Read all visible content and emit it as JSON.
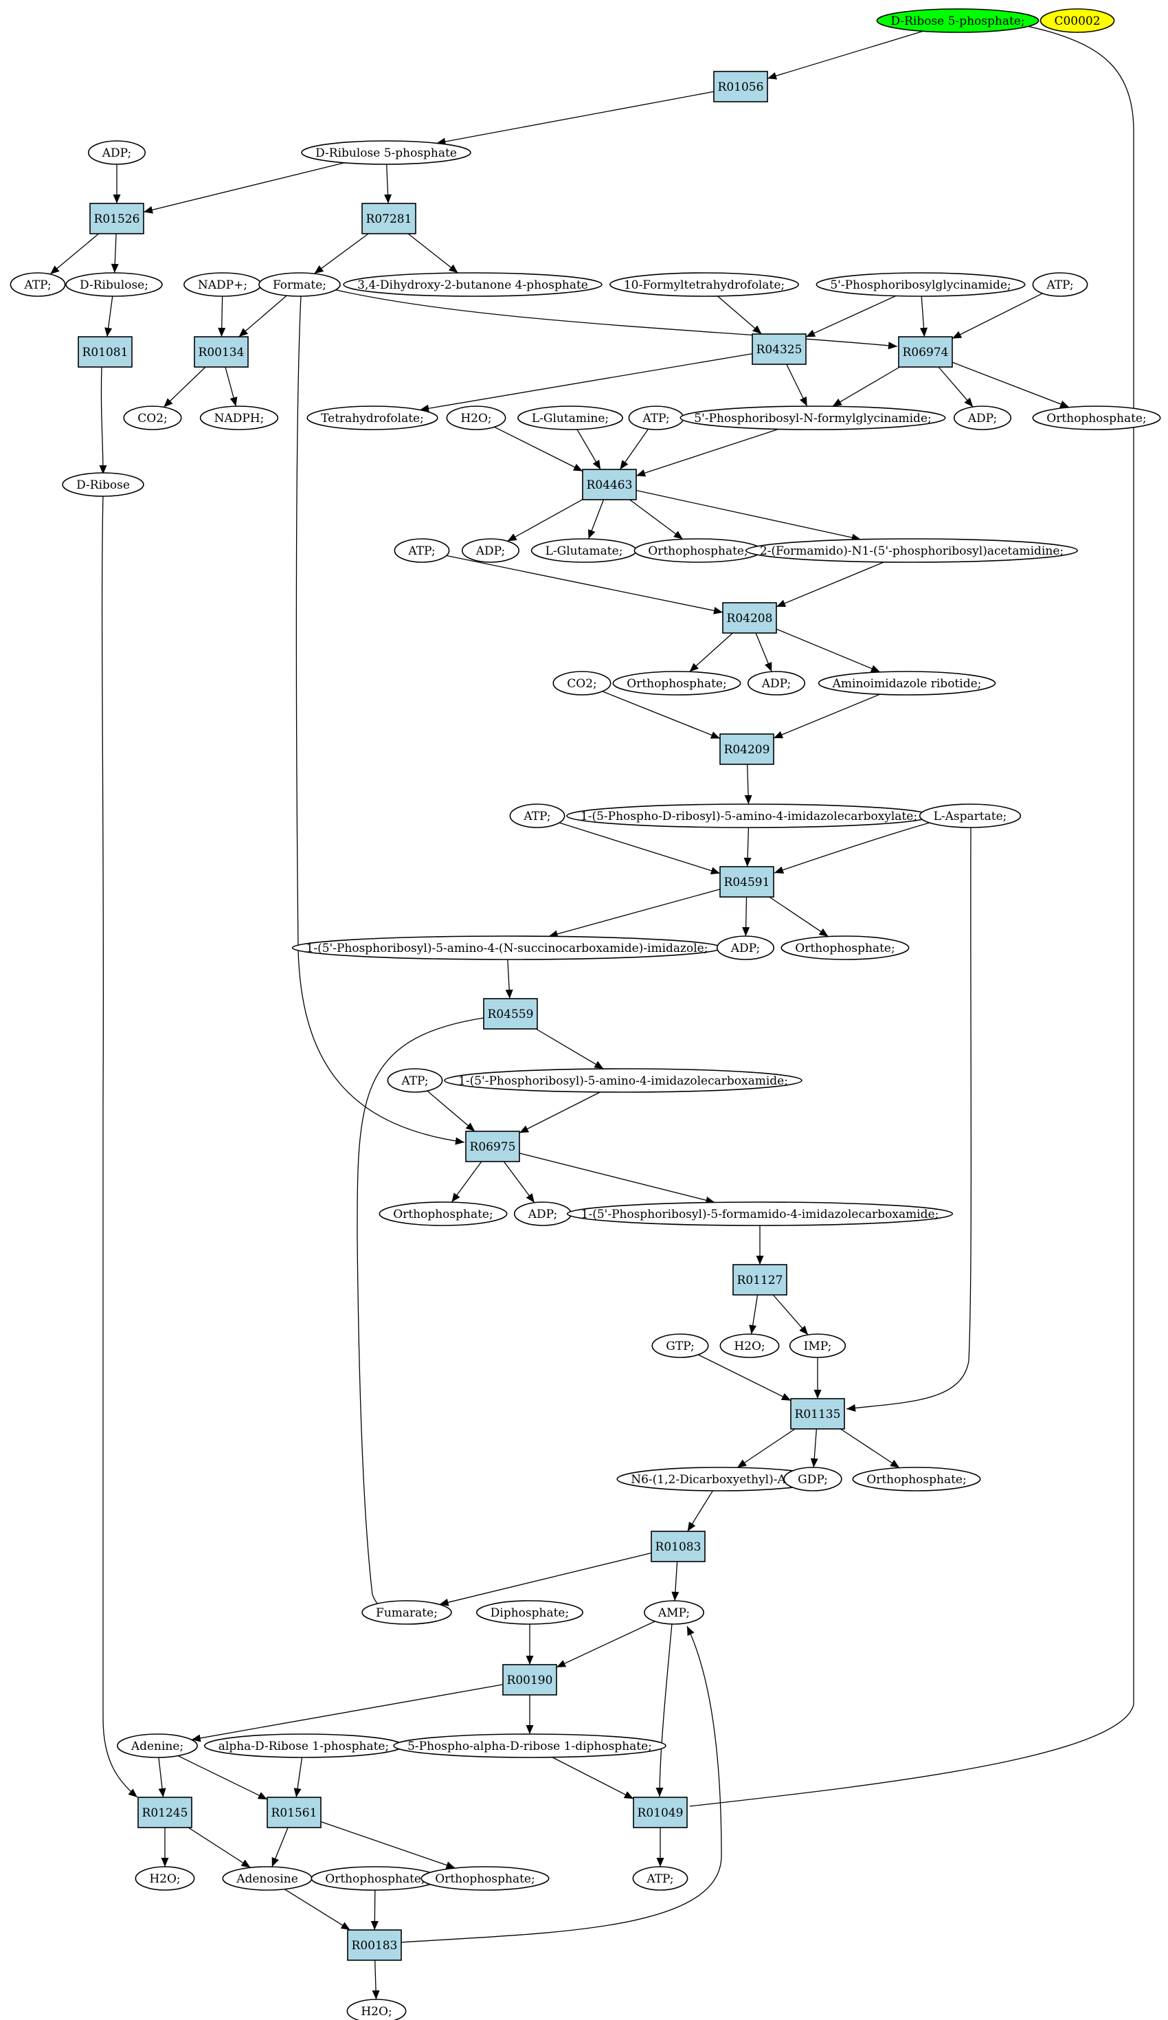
{
  "colors": {
    "reaction_fill": "#add8e6",
    "compound_fill": "#ffffff",
    "highlight_compound_fill": "#00ff00",
    "id_badge_fill": "#ffff00",
    "stroke": "#000000"
  },
  "nodes": {
    "c_dribose5p": {
      "label": "D-Ribose 5-phosphate;",
      "kind": "compound",
      "fill": "#00ff00"
    },
    "c_id": {
      "label": "C00002",
      "kind": "compound",
      "fill": "#ffff00"
    },
    "r01056": {
      "label": "R01056",
      "kind": "reaction"
    },
    "c_adp_1": {
      "label": "ADP;",
      "kind": "compound"
    },
    "c_dribulose5p": {
      "label": "D-Ribulose 5-phosphate",
      "kind": "compound"
    },
    "r01526": {
      "label": "R01526",
      "kind": "reaction"
    },
    "r07281": {
      "label": "R07281",
      "kind": "reaction"
    },
    "c_atp_1": {
      "label": "ATP;",
      "kind": "compound"
    },
    "c_dribulose": {
      "label": "D-Ribulose;",
      "kind": "compound"
    },
    "c_nadp": {
      "label": "NADP+;",
      "kind": "compound"
    },
    "c_formate": {
      "label": "Formate;",
      "kind": "compound"
    },
    "c_dihydroxy": {
      "label": "3,4-Dihydroxy-2-butanone 4-phosphate",
      "kind": "compound"
    },
    "c_10formyl": {
      "label": "10-Formyltetrahydrofolate;",
      "kind": "compound"
    },
    "c_5prglycinamide": {
      "label": "5'-Phosphoribosylglycinamide;",
      "kind": "compound"
    },
    "c_atp_2": {
      "label": "ATP;",
      "kind": "compound"
    },
    "r01081": {
      "label": "R01081",
      "kind": "reaction"
    },
    "r00134": {
      "label": "R00134",
      "kind": "reaction"
    },
    "r04325": {
      "label": "R04325",
      "kind": "reaction"
    },
    "r06974": {
      "label": "R06974",
      "kind": "reaction"
    },
    "c_co2_1": {
      "label": "CO2;",
      "kind": "compound"
    },
    "c_nadph": {
      "label": "NADPH;",
      "kind": "compound"
    },
    "c_thf": {
      "label": "Tetrahydrofolate;",
      "kind": "compound"
    },
    "c_h2o_1": {
      "label": "H2O;",
      "kind": "compound"
    },
    "c_lgln": {
      "label": "L-Glutamine;",
      "kind": "compound"
    },
    "c_atp_3": {
      "label": "ATP;",
      "kind": "compound"
    },
    "c_fgar": {
      "label": "5'-Phosphoribosyl-N-formylglycinamide;",
      "kind": "compound"
    },
    "c_adp_2": {
      "label": "ADP;",
      "kind": "compound"
    },
    "c_pi_1": {
      "label": "Orthophosphate;",
      "kind": "compound"
    },
    "c_dribose": {
      "label": "D-Ribose",
      "kind": "compound"
    },
    "r04463": {
      "label": "R04463",
      "kind": "reaction"
    },
    "c_adp_3": {
      "label": "ADP;",
      "kind": "compound"
    },
    "c_lglu": {
      "label": "L-Glutamate;",
      "kind": "compound"
    },
    "c_pi_2": {
      "label": "Orthophosphate;",
      "kind": "compound"
    },
    "c_fgam": {
      "label": "2-(Formamido)-N1-(5'-phosphoribosyl)acetamidine;",
      "kind": "compound"
    },
    "c_atp_4": {
      "label": "ATP;",
      "kind": "compound"
    },
    "r04208": {
      "label": "R04208",
      "kind": "reaction"
    },
    "c_pi_3": {
      "label": "Orthophosphate;",
      "kind": "compound"
    },
    "c_adp_4": {
      "label": "ADP;",
      "kind": "compound"
    },
    "c_air": {
      "label": "Aminoimidazole ribotide;",
      "kind": "compound"
    },
    "c_co2_2": {
      "label": "CO2;",
      "kind": "compound"
    },
    "r04209": {
      "label": "R04209",
      "kind": "reaction"
    },
    "c_atp_5": {
      "label": "ATP;",
      "kind": "compound"
    },
    "c_cair": {
      "label": "1-(5-Phospho-D-ribosyl)-5-amino-4-imidazolecarboxylate;",
      "kind": "compound"
    },
    "c_lasp": {
      "label": "L-Aspartate;",
      "kind": "compound"
    },
    "r04591": {
      "label": "R04591",
      "kind": "reaction"
    },
    "c_saicar": {
      "label": "1-(5'-Phosphoribosyl)-5-amino-4-(N-succinocarboxamide)-imidazole;",
      "kind": "compound"
    },
    "c_adp_5": {
      "label": "ADP;",
      "kind": "compound"
    },
    "c_pi_4": {
      "label": "Orthophosphate;",
      "kind": "compound"
    },
    "r04559": {
      "label": "R04559",
      "kind": "reaction"
    },
    "c_atp_6": {
      "label": "ATP;",
      "kind": "compound"
    },
    "c_aicar": {
      "label": "1-(5'-Phosphoribosyl)-5-amino-4-imidazolecarboxamide;",
      "kind": "compound"
    },
    "r06975": {
      "label": "R06975",
      "kind": "reaction"
    },
    "c_pi_5": {
      "label": "Orthophosphate;",
      "kind": "compound"
    },
    "c_adp_6": {
      "label": "ADP;",
      "kind": "compound"
    },
    "c_faicar": {
      "label": "1-(5'-Phosphoribosyl)-5-formamido-4-imidazolecarboxamide;",
      "kind": "compound"
    },
    "r01127": {
      "label": "R01127",
      "kind": "reaction"
    },
    "c_h2o_2": {
      "label": "H2O;",
      "kind": "compound"
    },
    "c_gtp": {
      "label": "GTP;",
      "kind": "compound"
    },
    "c_imp": {
      "label": "IMP;",
      "kind": "compound"
    },
    "r01135": {
      "label": "R01135",
      "kind": "reaction"
    },
    "c_n6amp": {
      "label": "N6-(1,2-Dicarboxyethyl)-AMP;",
      "kind": "compound"
    },
    "c_gdp": {
      "label": "GDP;",
      "kind": "compound"
    },
    "c_pi_6": {
      "label": "Orthophosphate;",
      "kind": "compound"
    },
    "r01083": {
      "label": "R01083",
      "kind": "reaction"
    },
    "c_fumarate": {
      "label": "Fumarate;",
      "kind": "compound"
    },
    "c_diphosphate": {
      "label": "Diphosphate;",
      "kind": "compound"
    },
    "c_amp": {
      "label": "AMP;",
      "kind": "compound"
    },
    "r00190": {
      "label": "R00190",
      "kind": "reaction"
    },
    "c_adenine": {
      "label": "Adenine;",
      "kind": "compound"
    },
    "c_ar1p": {
      "label": "alpha-D-Ribose 1-phosphate;",
      "kind": "compound"
    },
    "c_prpp": {
      "label": "5-Phospho-alpha-D-ribose 1-diphosphate;",
      "kind": "compound"
    },
    "r01245": {
      "label": "R01245",
      "kind": "reaction"
    },
    "r01561": {
      "label": "R01561",
      "kind": "reaction"
    },
    "r01049": {
      "label": "R01049",
      "kind": "reaction"
    },
    "c_h2o_3": {
      "label": "H2O;",
      "kind": "compound"
    },
    "c_adenosine": {
      "label": "Adenosine",
      "kind": "compound"
    },
    "c_pi_7": {
      "label": "Orthophosphate;",
      "kind": "compound"
    },
    "c_pi_8": {
      "label": "Orthophosphate;",
      "kind": "compound"
    },
    "c_atp_7": {
      "label": "ATP;",
      "kind": "compound"
    },
    "r00183": {
      "label": "R00183",
      "kind": "reaction"
    },
    "c_h2o_4": {
      "label": "H2O;",
      "kind": "compound"
    }
  },
  "edges": [
    [
      "c_dribose5p",
      "r01056"
    ],
    [
      "r01056",
      "c_dribulose5p"
    ],
    [
      "c_adp_1",
      "r01526"
    ],
    [
      "c_dribulose5p",
      "r01526"
    ],
    [
      "c_dribulose5p",
      "r07281"
    ],
    [
      "r01526",
      "c_atp_1"
    ],
    [
      "r01526",
      "c_dribulose"
    ],
    [
      "r07281",
      "c_formate"
    ],
    [
      "r07281",
      "c_dihydroxy"
    ],
    [
      "c_dribulose",
      "r01081"
    ],
    [
      "r01081",
      "c_dribose"
    ],
    [
      "c_nadp",
      "r00134"
    ],
    [
      "c_formate",
      "r00134"
    ],
    [
      "r00134",
      "c_co2_1"
    ],
    [
      "r00134",
      "c_nadph"
    ],
    [
      "c_formate",
      "r06974"
    ],
    [
      "c_5prglycinamide",
      "r06974"
    ],
    [
      "c_atp_2",
      "r06974"
    ],
    [
      "c_10formyl",
      "r04325"
    ],
    [
      "c_5prglycinamide",
      "r04325"
    ],
    [
      "r04325",
      "c_thf"
    ],
    [
      "r04325",
      "c_fgar"
    ],
    [
      "r06974",
      "c_fgar"
    ],
    [
      "r06974",
      "c_adp_2"
    ],
    [
      "r06974",
      "c_pi_1"
    ],
    [
      "c_h2o_1",
      "r04463"
    ],
    [
      "c_lgln",
      "r04463"
    ],
    [
      "c_atp_3",
      "r04463"
    ],
    [
      "c_fgar",
      "r04463"
    ],
    [
      "r04463",
      "c_adp_3"
    ],
    [
      "r04463",
      "c_lglu"
    ],
    [
      "r04463",
      "c_pi_2"
    ],
    [
      "r04463",
      "c_fgam"
    ],
    [
      "c_atp_4",
      "r04208"
    ],
    [
      "c_fgam",
      "r04208"
    ],
    [
      "r04208",
      "c_pi_3"
    ],
    [
      "r04208",
      "c_adp_4"
    ],
    [
      "r04208",
      "c_air"
    ],
    [
      "c_co2_2",
      "r04209"
    ],
    [
      "c_air",
      "r04209"
    ],
    [
      "r04209",
      "c_cair"
    ],
    [
      "c_atp_5",
      "r04591"
    ],
    [
      "c_cair",
      "r04591"
    ],
    [
      "c_lasp",
      "r04591"
    ],
    [
      "r04591",
      "c_saicar"
    ],
    [
      "r04591",
      "c_adp_5"
    ],
    [
      "r04591",
      "c_pi_4"
    ],
    [
      "c_saicar",
      "r04559"
    ],
    [
      "r04559",
      "c_aicar"
    ],
    [
      "r04559",
      "c_fumarate"
    ],
    [
      "c_atp_6",
      "r06975"
    ],
    [
      "c_aicar",
      "r06975"
    ],
    [
      "c_formate",
      "r06975"
    ],
    [
      "r06975",
      "c_pi_5"
    ],
    [
      "r06975",
      "c_adp_6"
    ],
    [
      "r06975",
      "c_faicar"
    ],
    [
      "c_faicar",
      "r01127"
    ],
    [
      "r01127",
      "c_h2o_2"
    ],
    [
      "r01127",
      "c_imp"
    ],
    [
      "c_gtp",
      "r01135"
    ],
    [
      "c_imp",
      "r01135"
    ],
    [
      "c_lasp",
      "r01135"
    ],
    [
      "r01135",
      "c_n6amp"
    ],
    [
      "r01135",
      "c_gdp"
    ],
    [
      "r01135",
      "c_pi_6"
    ],
    [
      "c_n6amp",
      "r01083"
    ],
    [
      "r01083",
      "c_fumarate"
    ],
    [
      "r01083",
      "c_amp"
    ],
    [
      "c_diphosphate",
      "r00190"
    ],
    [
      "c_amp",
      "r00190"
    ],
    [
      "r00190",
      "c_adenine"
    ],
    [
      "r00190",
      "c_prpp"
    ],
    [
      "c_adenine",
      "r01245"
    ],
    [
      "c_dribose",
      "r01245"
    ],
    [
      "c_adenine",
      "r01561"
    ],
    [
      "c_ar1p",
      "r01561"
    ],
    [
      "c_prpp",
      "r01049"
    ],
    [
      "c_amp",
      "r01049"
    ],
    [
      "r01245",
      "c_h2o_3"
    ],
    [
      "r01245",
      "c_adenosine"
    ],
    [
      "r01561",
      "c_adenosine"
    ],
    [
      "r01561",
      "c_pi_8"
    ],
    [
      "r01049",
      "c_atp_7"
    ],
    [
      "r01049",
      "c_dribose5p"
    ],
    [
      "c_adenosine",
      "r00183"
    ],
    [
      "c_pi_7",
      "r00183"
    ],
    [
      "r00183",
      "c_h2o_4"
    ],
    [
      "r00183",
      "c_amp"
    ]
  ]
}
